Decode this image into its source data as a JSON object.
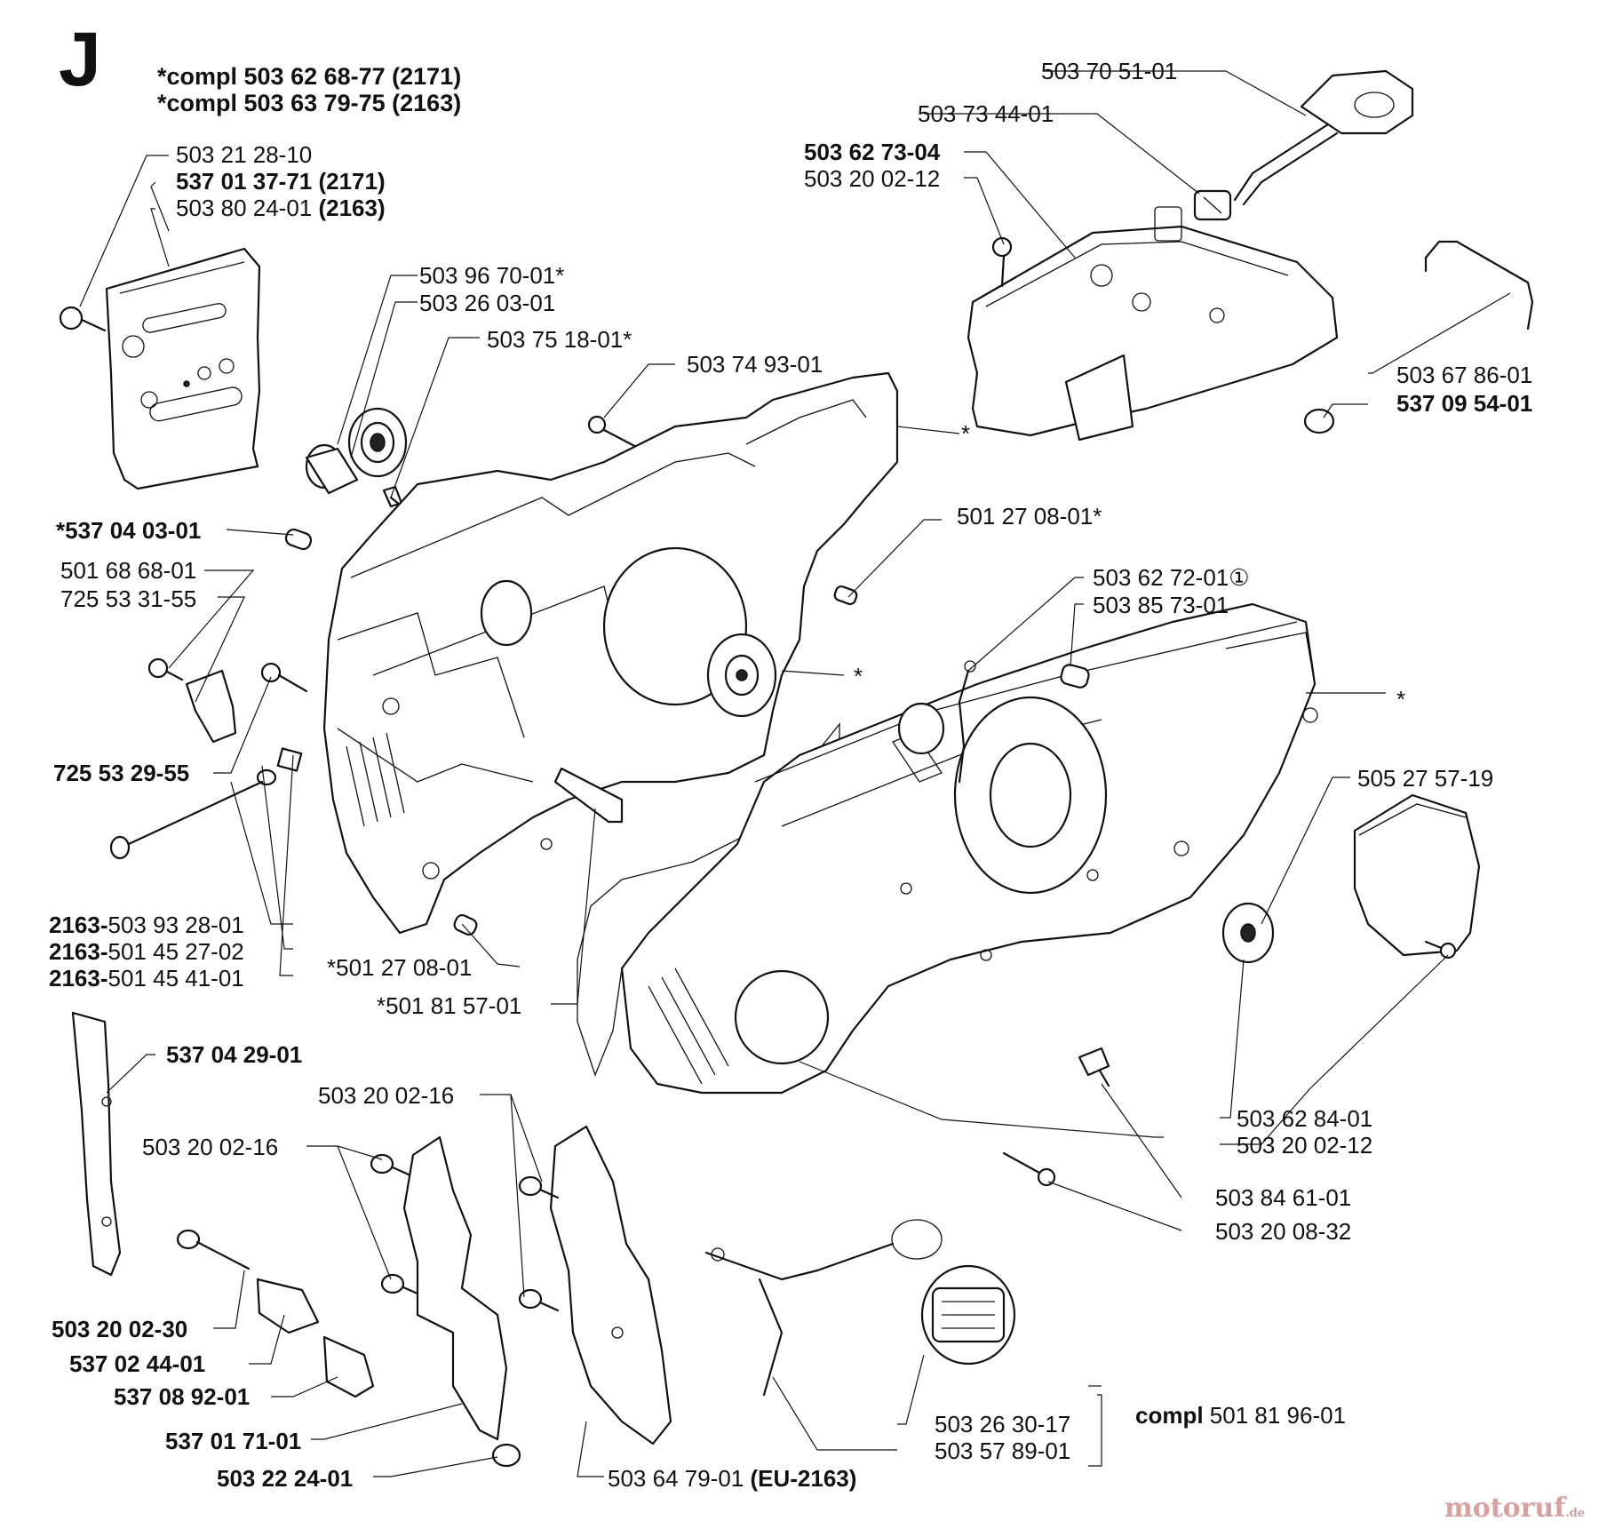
{
  "section_letter": "J",
  "header": {
    "line1": "*compl 503 62 68-77 (2171)",
    "line2": "*compl 503 63 79-75 (2163)"
  },
  "labels": {
    "p_503_21_28_10": "503 21 28-10",
    "p_537_01_37_71_num": "537 01 37-71",
    "p_537_01_37_71_suffix": " (2171)",
    "p_503_80_24_01_num": "503 80 24-01 ",
    "p_503_80_24_01_suffix": "(2163)",
    "p_503_96_70_01": "503 96 70-01*",
    "p_503_26_03_01": "503 26 03-01",
    "p_503_75_18_01": "503 75 18-01*",
    "p_503_74_93_01": "503 74 93-01",
    "p_503_70_51_01": "503 70 51-01",
    "p_503_73_44_01": "503 73 44-01",
    "p_503_62_73_04": "503 62 73-04",
    "p_503_20_02_12_top": "503 20 02-12",
    "p_503_67_86_01": "503 67 86-01",
    "p_537_09_54_01": "537 09 54-01",
    "star_right_of_housing": "*",
    "p_537_04_03_01": "*537 04 03-01",
    "p_501_27_08_01_right": "501 27 08-01*",
    "p_501_68_68_01": "501 68 68-01",
    "p_725_53_31_55": "725 53 31-55",
    "p_503_62_72_01": "503 62 72-01",
    "circled_one": "①",
    "p_503_85_73_01": "503 85 73-01",
    "star_mid": "*",
    "star_right_case": "*",
    "p_725_53_29_55": "725 53 29-55",
    "p_505_27_57_19": "505 27 57-19",
    "prefix_2163": "2163-",
    "p_503_93_28_01": "503 93 28-01",
    "p_501_45_27_02": "501 45 27-02",
    "p_501_45_41_01": "501 45 41-01",
    "p_501_27_08_01_left": "*501 27 08-01",
    "p_501_81_57_01": "*501 81 57-01",
    "p_537_04_29_01": "537 04 29-01",
    "p_503_20_02_16_a": "503 20 02-16",
    "p_503_20_02_16_b": "503 20 02-16",
    "p_503_62_84_01": "503 62 84-01",
    "p_503_20_02_12_right": "503 20 02-12",
    "p_503_84_61_01": "503 84 61-01",
    "p_503_20_08_32": "503 20 08-32",
    "p_503_20_02_30": "503 20 02-30",
    "p_537_02_44_01": "537 02 44-01",
    "p_537_08_92_01": "537 08 92-01",
    "p_537_01_71_01": "537 01 71-01",
    "p_503_22_24_01": "503 22 24-01",
    "p_503_26_30_17": "503 26 30-17",
    "p_503_57_89_01": "503 57 89-01",
    "compl_word": "compl",
    "p_501_81_96_01": " 501 81 96-01",
    "p_503_64_79_01": "503 64 79-01 ",
    "eu_2163": "(EU-2163)"
  },
  "watermark": {
    "text": "motoruf",
    "suffix": ".de"
  }
}
